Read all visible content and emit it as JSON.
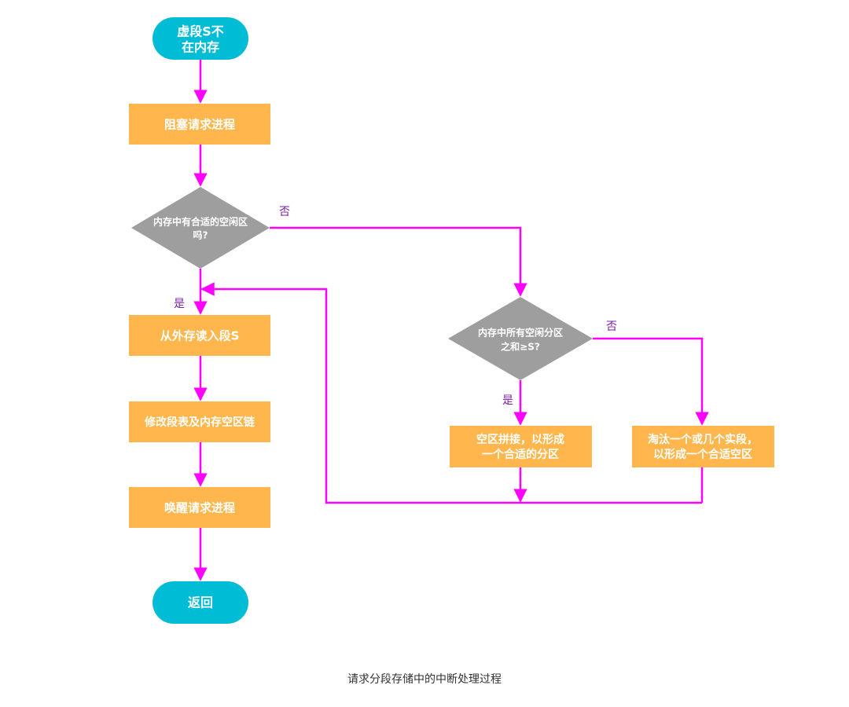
{
  "colors": {
    "terminal": "#00bcd4",
    "process": "#ffb74d",
    "decision": "#9e9e9e",
    "arrow": "#ff00ff",
    "edge_label": "#7a1fa2",
    "node_text": "#ffffff"
  },
  "nodes": {
    "start": {
      "line1": "虚段S不",
      "line2": "在内存"
    },
    "block_process": {
      "label": "阻塞请求进程"
    },
    "decision_free_area": {
      "line1": "内存中有合适的空闲区",
      "line2": "吗?"
    },
    "read_segment": {
      "label": "从外存读入段S"
    },
    "modify_table": {
      "label": "修改段表及内存空区链"
    },
    "wake_process": {
      "label": "唤醒请求进程"
    },
    "end": {
      "label": "返回"
    },
    "decision_sum": {
      "line1": "内存中所有空闲分区",
      "line2": "之和≥S?"
    },
    "compact": {
      "line1": "空区拼接，以形成",
      "line2": "一个合适的分区"
    },
    "evict": {
      "line1": "淘汰一个或几个实段，",
      "line2": "以形成一个合适空区"
    }
  },
  "edge_labels": {
    "no_1": "否",
    "yes_1": "是",
    "no_2": "否",
    "yes_2": "是"
  },
  "caption": "请求分段存储中的中断处理过程"
}
